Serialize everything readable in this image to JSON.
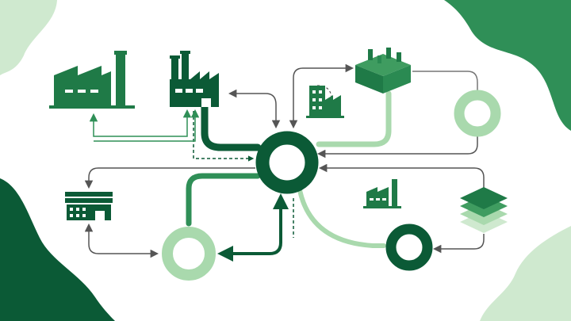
{
  "colors": {
    "dark_green": "#0b5a36",
    "mid_green": "#2f8f57",
    "light_green": "#a9d9ad",
    "pale_green": "#cfe9cf",
    "arrow_gray": "#555555",
    "background": "#ffffff"
  },
  "icons": [
    "large-factory-icon",
    "factory-icon",
    "small-building-icon",
    "isometric-factory-icon",
    "storefront-icon",
    "small-factory-icon",
    "stacked-layers-icon",
    "central-hub-ring",
    "light-ring-top-right",
    "light-ring-bottom-left",
    "dark-ring-bottom-right"
  ]
}
